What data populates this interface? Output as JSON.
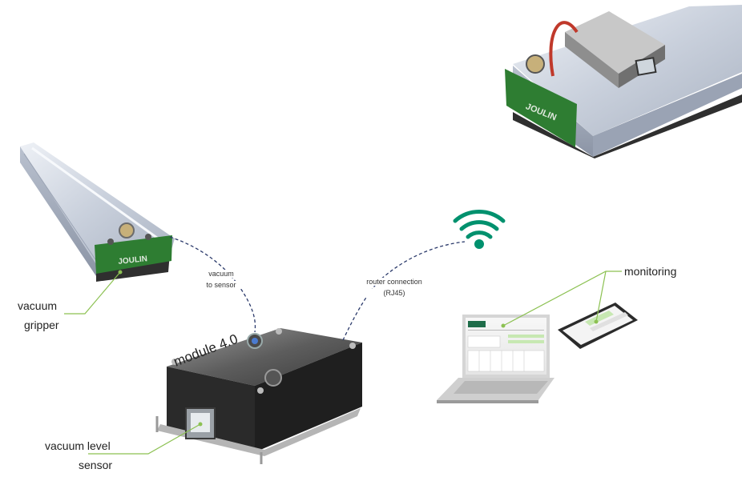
{
  "labels": {
    "vacuum_gripper_line1": "vacuum",
    "vacuum_gripper_line2": "gripper",
    "vacuum_to_sensor_line1": "vacuum",
    "vacuum_to_sensor_line2": "to sensor",
    "router_connection_line1": "router connection",
    "router_connection_line2": "(RJ45)",
    "module_title": "module 4.0",
    "monitoring": "monitoring",
    "vacuum_level_sensor_line1": "vacuum level",
    "vacuum_level_sensor_line2": "sensor"
  },
  "brand": "JOULIN",
  "colors": {
    "accent_green": "#8cc152",
    "wifi_green": "#00916e",
    "dashed_navy": "#2b3a6b",
    "pcb_green": "#2e7d32"
  }
}
